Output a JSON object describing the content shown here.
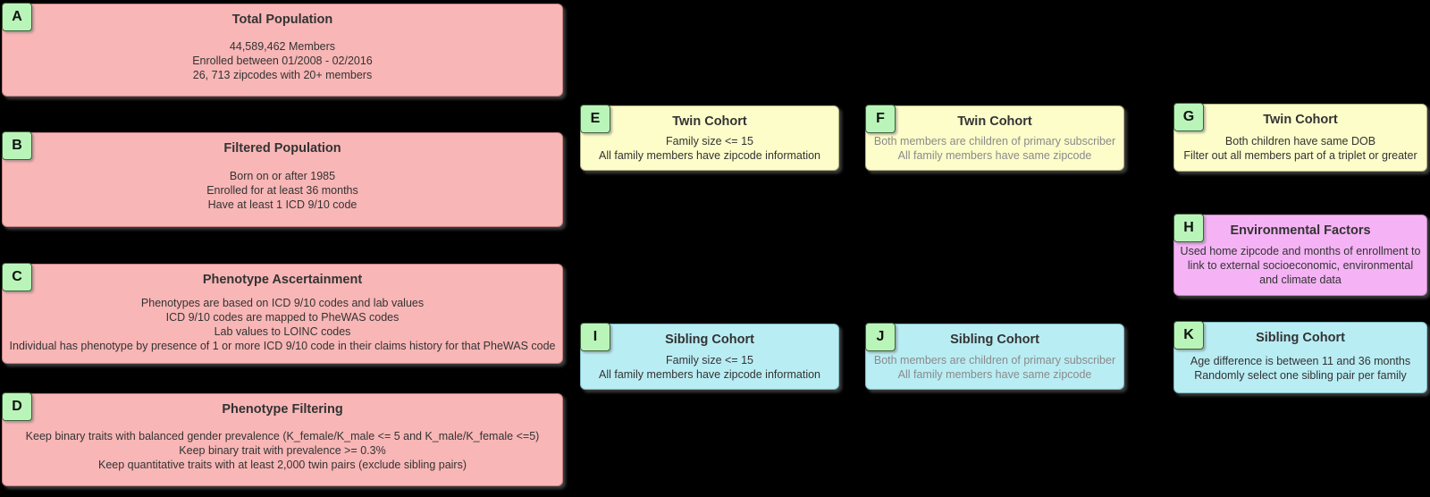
{
  "palette": {
    "background": "#000000",
    "population_box": "#f9b6b6",
    "twin_cohort_box": "#fdfdca",
    "sibling_cohort_box": "#b9edf4",
    "environment_box": "#f5b3f5",
    "letter_badge": "#b9f5b9",
    "text": "#333333",
    "muted_text": "#8a8a8a"
  },
  "boxes": [
    {
      "letter": "A",
      "title": "Total Population",
      "lines": [
        "44,589,462 Members",
        "Enrolled between 01/2008 - 02/2016",
        "26, 713 zipcodes with 20+ members"
      ]
    },
    {
      "letter": "B",
      "title": "Filtered Population",
      "lines": [
        "Born on or after 1985",
        "Enrolled for at least 36 months",
        "Have at least 1 ICD 9/10 code"
      ]
    },
    {
      "letter": "C",
      "title": "Phenotype Ascertainment",
      "lines": [
        "Phenotypes are based on ICD 9/10 codes and lab values",
        "ICD 9/10 codes are mapped to PheWAS codes",
        "Lab values to LOINC codes",
        "Individual has phenotype by presence of 1 or more ICD 9/10 code in their claims history for that PheWAS code"
      ]
    },
    {
      "letter": "D",
      "title": "Phenotype Filtering",
      "lines": [
        "Keep binary traits with balanced gender prevalence (K_female/K_male <= 5 and K_male/K_female <=5)",
        "Keep binary trait with prevalence >= 0.3%",
        "Keep quantitative traits with at least 2,000 twin pairs (exclude sibling pairs)"
      ]
    },
    {
      "letter": "E",
      "title": "Twin Cohort",
      "lines": [
        "Family size <= 15",
        "All family members have zipcode information"
      ]
    },
    {
      "letter": "F",
      "title": "Twin Cohort",
      "lines": [
        "Both members are children of primary subscriber",
        "All family members have same zipcode"
      ]
    },
    {
      "letter": "G",
      "title": "Twin Cohort",
      "lines": [
        "Both children have same DOB",
        "Filter out all members part of a triplet or greater"
      ]
    },
    {
      "letter": "H",
      "title": "Environmental Factors",
      "lines": [
        "Used home zipcode and months of enrollment to link to external socioeconomic, environmental and climate data"
      ]
    },
    {
      "letter": "I",
      "title": "Sibling Cohort",
      "lines": [
        "Family size <= 15",
        "All family members have zipcode information"
      ]
    },
    {
      "letter": "J",
      "title": "Sibling Cohort",
      "lines": [
        "Both members are children of primary subscriber",
        "All family members have same zipcode"
      ]
    },
    {
      "letter": "K",
      "title": "Sibling Cohort",
      "lines": [
        "Age difference is between 11 and 36 months",
        "Randomly select one sibling pair per family"
      ]
    }
  ]
}
